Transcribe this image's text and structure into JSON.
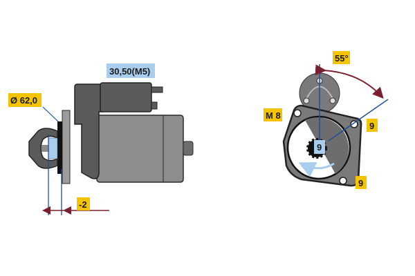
{
  "labels": {
    "terminal": "30,50(M5)",
    "diameter": "Ø 62,0",
    "offset": "-2",
    "angle": "55°",
    "thread": "M 8",
    "teeth": "9",
    "hole_right": "9",
    "hole_bottom": "9"
  },
  "colors": {
    "label_yellow": "#f5c400",
    "label_blue": "#a9cdec",
    "dimension_line": "#1f4e96",
    "arrow": "#7a1f2e",
    "housing_dark": "#5b5b5b",
    "housing_mid": "#8d8d8d"
  }
}
